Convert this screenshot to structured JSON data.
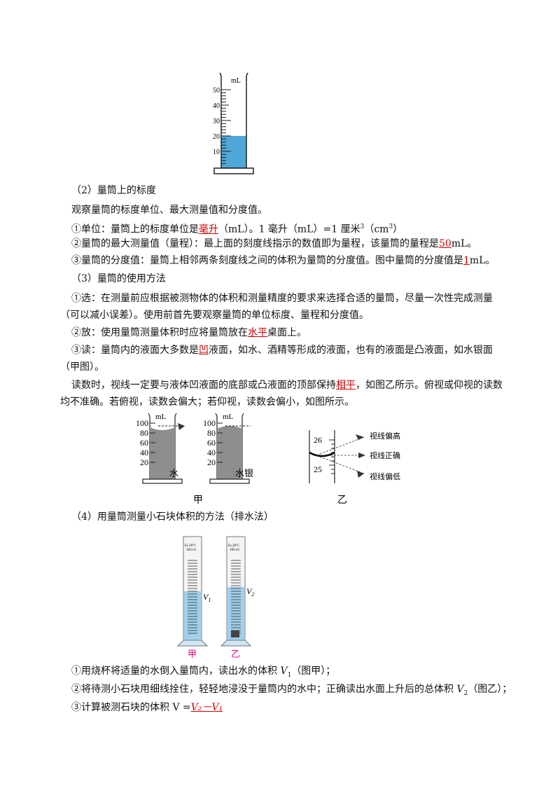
{
  "fig_top": {
    "unit": "mL",
    "ticks": [
      "50",
      "40",
      "30",
      "20",
      "10"
    ]
  },
  "s2": {
    "heading": "（2）量筒上的标度",
    "intro": "观察量筒的标度单位、最大测量值和分度值。",
    "unit_pre": "①单位：量筒上的标度单位是",
    "unit_hl": "毫升",
    "unit_post": "（mL）。1 毫升（mL）=1 厘米",
    "unit_sup": "3",
    "unit_end": "（cm",
    "unit_end_sup": "3",
    "unit_close": "）",
    "max_pre": "②量筒的最大测量值（量程）：最上面的刻度线指示的数值即为量程，该量筒的量程是",
    "max_hl": "50",
    "max_post": "mL。",
    "div_pre": "③量筒的分度值：量筒上相邻两条刻度线之间的体积为量筒的分度值。图中量筒的分度值是",
    "div_hl": "1",
    "div_post": "mL。"
  },
  "s3": {
    "heading": "（3）量筒的使用方法",
    "choose_1": "①选：在测量前应根据被测物体的体积和测量精度的要求来选择合适的量筒，尽量一次性完成测量",
    "choose_2": "（可以减小误差）。使用前首先要观察量筒的单位标度、量程和分度值。",
    "place_pre": "②放：使用量筒测量体积时应将量筒放在",
    "place_hl": "水平",
    "place_post": "桌面上。",
    "read_pre": "③读：量筒内的液面大多数是",
    "read_hl": "凹",
    "read_post": "液面，如水、酒精等形成的液面，也有的液面是凸液面，如水银面",
    "read_2": "（甲图）。",
    "eye_pre": "读数时，视线一定要与液体凹液面的底部或凸液面的顶部保持",
    "eye_hl": "相平",
    "eye_post": "，如图乙所示。俯视或仰视的读数",
    "eye_2": "均不准确。若俯视，读数会偏大；若仰视，读数会偏小，如图所示。"
  },
  "fig_mid": {
    "unit": "mL",
    "ticks": [
      "100",
      "80",
      "60",
      "40",
      "20"
    ],
    "water": "水",
    "mercury": "水银",
    "jia": "甲",
    "yi": "乙",
    "n26": "26",
    "n25": "25",
    "high": "视线偏高",
    "right": "视线正确",
    "low": "视线偏低"
  },
  "s4": {
    "heading": "（4）用量筒测量小石块体积的方法（排水法）",
    "cyl_text_1": "Ex 20°C",
    "cyl_text_2": "100 ml",
    "v1": "V",
    "v1_sub": "1",
    "v2": "V",
    "v2_sub": "2",
    "jia": "甲",
    "yi": "乙",
    "step1_pre": "①用烧杯将适量的水倒入量筒内，读出水的体积 ",
    "step1_v": "V",
    "step1_sub": "1",
    "step1_post": "（图甲）；",
    "step2_pre": "②将待测小石块用细线拴住，轻轻地浸没于量筒内的水中；正确读出水面上升后的总体积 ",
    "step2_v": "V",
    "step2_sub": "2",
    "step2_post": "（图乙）；",
    "step3_pre": "③计算被测石块的体积 V =",
    "step3_hl": "V₂－V₁"
  }
}
